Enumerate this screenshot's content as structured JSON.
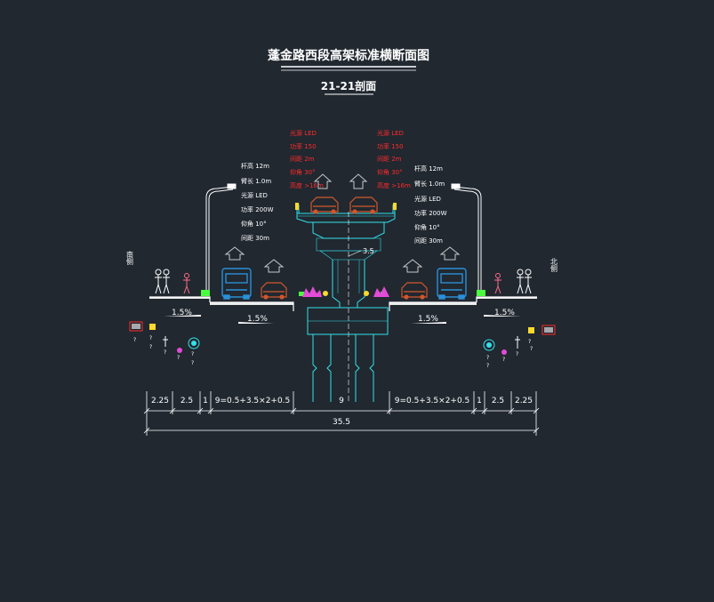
{
  "drawing": {
    "title": "蓬金路西段高架标准横断面图",
    "subtitle": "21-21剖面"
  },
  "sides": {
    "left_label": "南侧",
    "right_label": "北侧"
  },
  "lamp_specs": {
    "upper_left": [
      "光源 LED",
      "功率 150",
      "间距 2m",
      "仰角 30°",
      "高度 >16m"
    ],
    "upper_right": [
      "光源 LED",
      "功率 150",
      "间距 2m",
      "仰角 30°",
      "高度 >16m"
    ],
    "ground_left": [
      "杆高 12m",
      "臂长 1.0m",
      "光源 LED",
      "功率 200W",
      "仰角 10°",
      "间距 30m"
    ],
    "ground_right": [
      "杆高 12m",
      "臂长 1.0m",
      "光源 LED",
      "功率 200W",
      "仰角 10°",
      "间距 30m"
    ]
  },
  "slopes": {
    "left_outer": "1.5%",
    "left_inner": "1.5%",
    "right_inner": "1.5%",
    "right_outer": "1.5%"
  },
  "pier_offset_label": "3.5",
  "dimensions": {
    "left_sidewalk": "2.25",
    "left_bike": "2.5",
    "left_divider": "1",
    "left_road": "9=0.5+3.5×2+0.5",
    "median": "9",
    "right_road": "9=0.5+3.5×2+0.5",
    "right_divider": "1",
    "right_bike": "2.5",
    "right_sidewalk": "2.25",
    "total": "35.5"
  },
  "colors": {
    "background": "#212830",
    "structure": "#33e0ea",
    "annotation_red": "#ff2a2a",
    "vehicle_orange": "#d2572b",
    "vehicle_blue": "#2b8fd6",
    "greenery": "#49ff3f",
    "flowers": "#e34bd6",
    "lamp_yellow": "#ffd92b"
  }
}
